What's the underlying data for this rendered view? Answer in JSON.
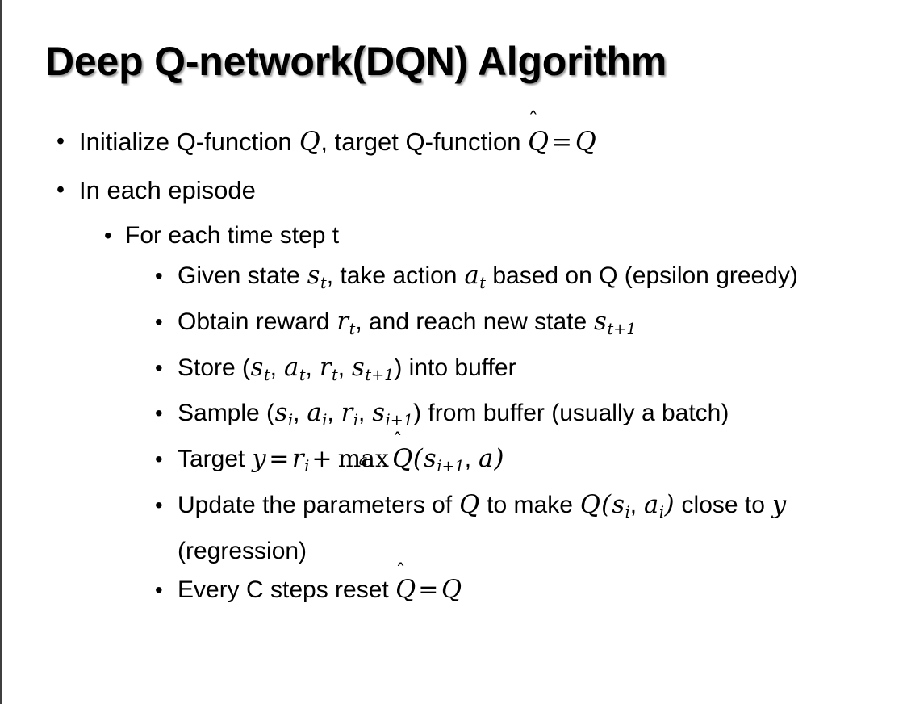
{
  "slide": {
    "title": "Deep Q-network(DQN) Algorithm",
    "background_color": "#ffffff",
    "text_color": "#000000",
    "edge_rule_color": "#3f3f3f",
    "bullet_glyph": "•"
  },
  "bullets": {
    "b1_initialize": {
      "pre": "Initialize Q-function ",
      "q1": "Q",
      "mid": ", target Q-function ",
      "qhat": "Q",
      "hat": "̂",
      "eq": "=",
      "q2": "Q"
    },
    "b2_episode": {
      "text": "In each episode"
    },
    "b3_timestep": {
      "text": "For each time step t"
    },
    "b4_given": {
      "p1": "Given state ",
      "v_s": "s",
      "sub_t": "t",
      "p2": ", take action ",
      "v_a": "a",
      "sub_t2": "t",
      "p3": " based on Q (epsilon greedy)"
    },
    "b5_obtain": {
      "p1": "Obtain reward ",
      "v_r": "r",
      "sub_t": "t",
      "p2": ", and reach new state ",
      "v_s": "s",
      "sub_t1": "t+1"
    },
    "b6_store": {
      "p1": "Store (",
      "v_s": "s",
      "sub_t": "t",
      "c1": ", ",
      "v_a": "a",
      "sub_t2": "t",
      "c2": ", ",
      "v_r": "r",
      "sub_t3": "t",
      "c3": ", ",
      "v_s2": "s",
      "sub_t4": "t+1",
      "p2": ") into buffer"
    },
    "b7_sample": {
      "p1": "Sample (",
      "v_s": "s",
      "sub_i": "i",
      "c1": ", ",
      "v_a": "a",
      "sub_i2": "i",
      "c2": ", ",
      "v_r": "r",
      "sub_i3": "i",
      "c3": ", ",
      "v_s2": "s",
      "sub_i4": "i+1",
      "p2": ") from buffer (usually a batch)"
    },
    "b8_target": {
      "p1": "Target ",
      "v_y": "y",
      "eq": "=",
      "v_r": "r",
      "sub_i": "i",
      "plus": "+",
      "max": "max",
      "max_under": "a",
      "qhat": "Q",
      "hat": "̂",
      "paren_open": "(",
      "v_s": "s",
      "sub_i1": "i+1",
      "comma": ", ",
      "v_a": "a",
      "paren_close": ")"
    },
    "b9_update": {
      "p1": "Update the parameters of ",
      "v_q": "Q",
      "p2": " to make ",
      "v_q2": "Q",
      "paren_open": "(",
      "v_s": "s",
      "sub_i": "i",
      "comma": ", ",
      "v_a": "a",
      "sub_i2": "i",
      "paren_close": ")",
      "p3": " close to ",
      "v_y": "y",
      "p4": " (regression)"
    },
    "b10_reset": {
      "p1": "Every C steps reset ",
      "qhat": "Q",
      "hat": "̂",
      "eq": "=",
      "v_q": "Q"
    }
  }
}
